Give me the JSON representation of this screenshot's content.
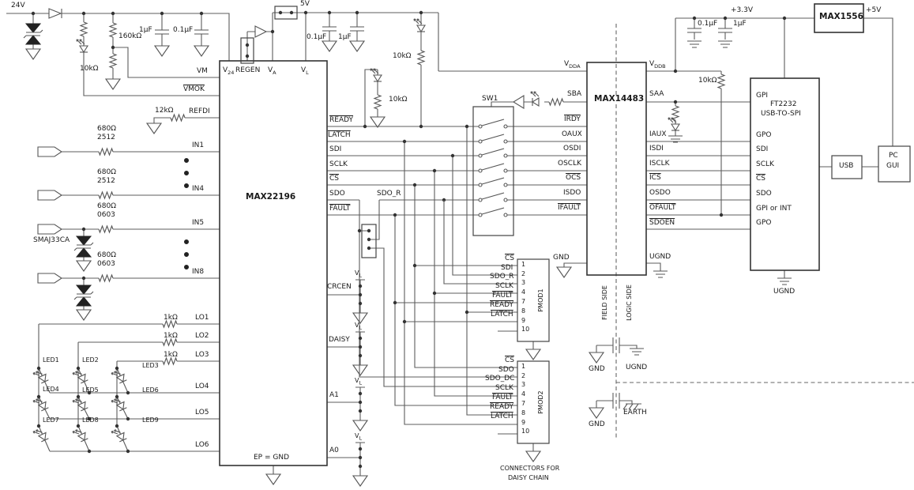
{
  "power": {
    "v24": "24V",
    "v5": "5V",
    "v33": "+3.3V",
    "v5p": "+5V"
  },
  "values": {
    "r160k": "160kΩ",
    "r10k": "10kΩ",
    "r12k": "12kΩ",
    "r680": "680Ω",
    "r1k": "1kΩ",
    "pkg2512": "2512",
    "pkg0603": "0603",
    "c01": "0.1µF",
    "c1": "1µF",
    "tvs": "SMAJ33CA"
  },
  "u1": {
    "name": "MAX22196",
    "ep": "EP = GND",
    "v": "V",
    "v24s": "24",
    "regen": "REGEN",
    "vas": "A",
    "vls": "L",
    "vm": "VM",
    "vmok": "VMOK",
    "refdi": "REFDI",
    "in1": "IN1",
    "in4": "IN4",
    "in5": "IN5",
    "in8": "IN8",
    "lo1": "LO1",
    "lo2": "LO2",
    "lo3": "LO3",
    "lo4": "LO4",
    "lo5": "LO5",
    "lo6": "LO6",
    "ready": "READY",
    "latch": "LATCH",
    "sdi": "SDI",
    "sclk": "SCLK",
    "cs": "CS",
    "sdo": "SDO",
    "sdor": "SDO_R",
    "fault": "FAULT",
    "crcen": "CRCEN",
    "daisy": "DAISY",
    "a1": "A1",
    "a0": "A0"
  },
  "leds": [
    "LED1",
    "LED2",
    "LED3",
    "LED4",
    "LED5",
    "LED6",
    "LED7",
    "LED8",
    "LED9"
  ],
  "sw1": "SW1",
  "u2": {
    "name": "MAX14483",
    "v": "V",
    "vddas": "DDA",
    "vddbs": "DDB",
    "sba": "SBA",
    "irdy": "IRDY",
    "oaux": "OAUX",
    "osdi": "OSDI",
    "osclk": "OSCLK",
    "ocs": "OCS",
    "isdo": "ISDO",
    "ifault": "IFAULT",
    "saa": "SAA",
    "iaux": "IAUX",
    "isdi": "ISDI",
    "isclk": "ISCLK",
    "ics": "ICS",
    "osdo": "OSDO",
    "ofault": "OFAULT",
    "sdoen": "SDOEN"
  },
  "u3": {
    "name": "FT2232",
    "sub": "USB-TO-SPI",
    "gpi": "GPI",
    "gpo": "GPO",
    "sdi": "SDI",
    "sclk": "SCLK",
    "cs": "CS",
    "sdo": "SDO",
    "gpiint": "GPI or INT",
    "gpo2": "GPO"
  },
  "u4": {
    "name": "MAX1556"
  },
  "usb": "USB",
  "pc": "PC",
  "gui": "GUI",
  "pmod1": {
    "name": "PMOD1",
    "labels": [
      "CS",
      "SDI",
      "SDO_R",
      "SCLK",
      "FAULT",
      "READY",
      "LATCH"
    ],
    "pins": [
      "1",
      "2",
      "3",
      "4",
      "7",
      "8",
      "9",
      "10"
    ]
  },
  "pmod2": {
    "name": "PMOD2",
    "labels": [
      "CS",
      "SDO",
      "SDO_DC",
      "SCLK",
      "FAULT",
      "READY",
      "LATCH"
    ]
  },
  "grounds": {
    "gnd": "GND",
    "ugnd": "UGND",
    "earth": "EARTH"
  },
  "sides": {
    "field": "FIELD SIDE",
    "logic": "LOGIC SIDE"
  },
  "notes": {
    "l1": "CONNECTORS FOR",
    "l2": "DAISY CHAIN"
  }
}
